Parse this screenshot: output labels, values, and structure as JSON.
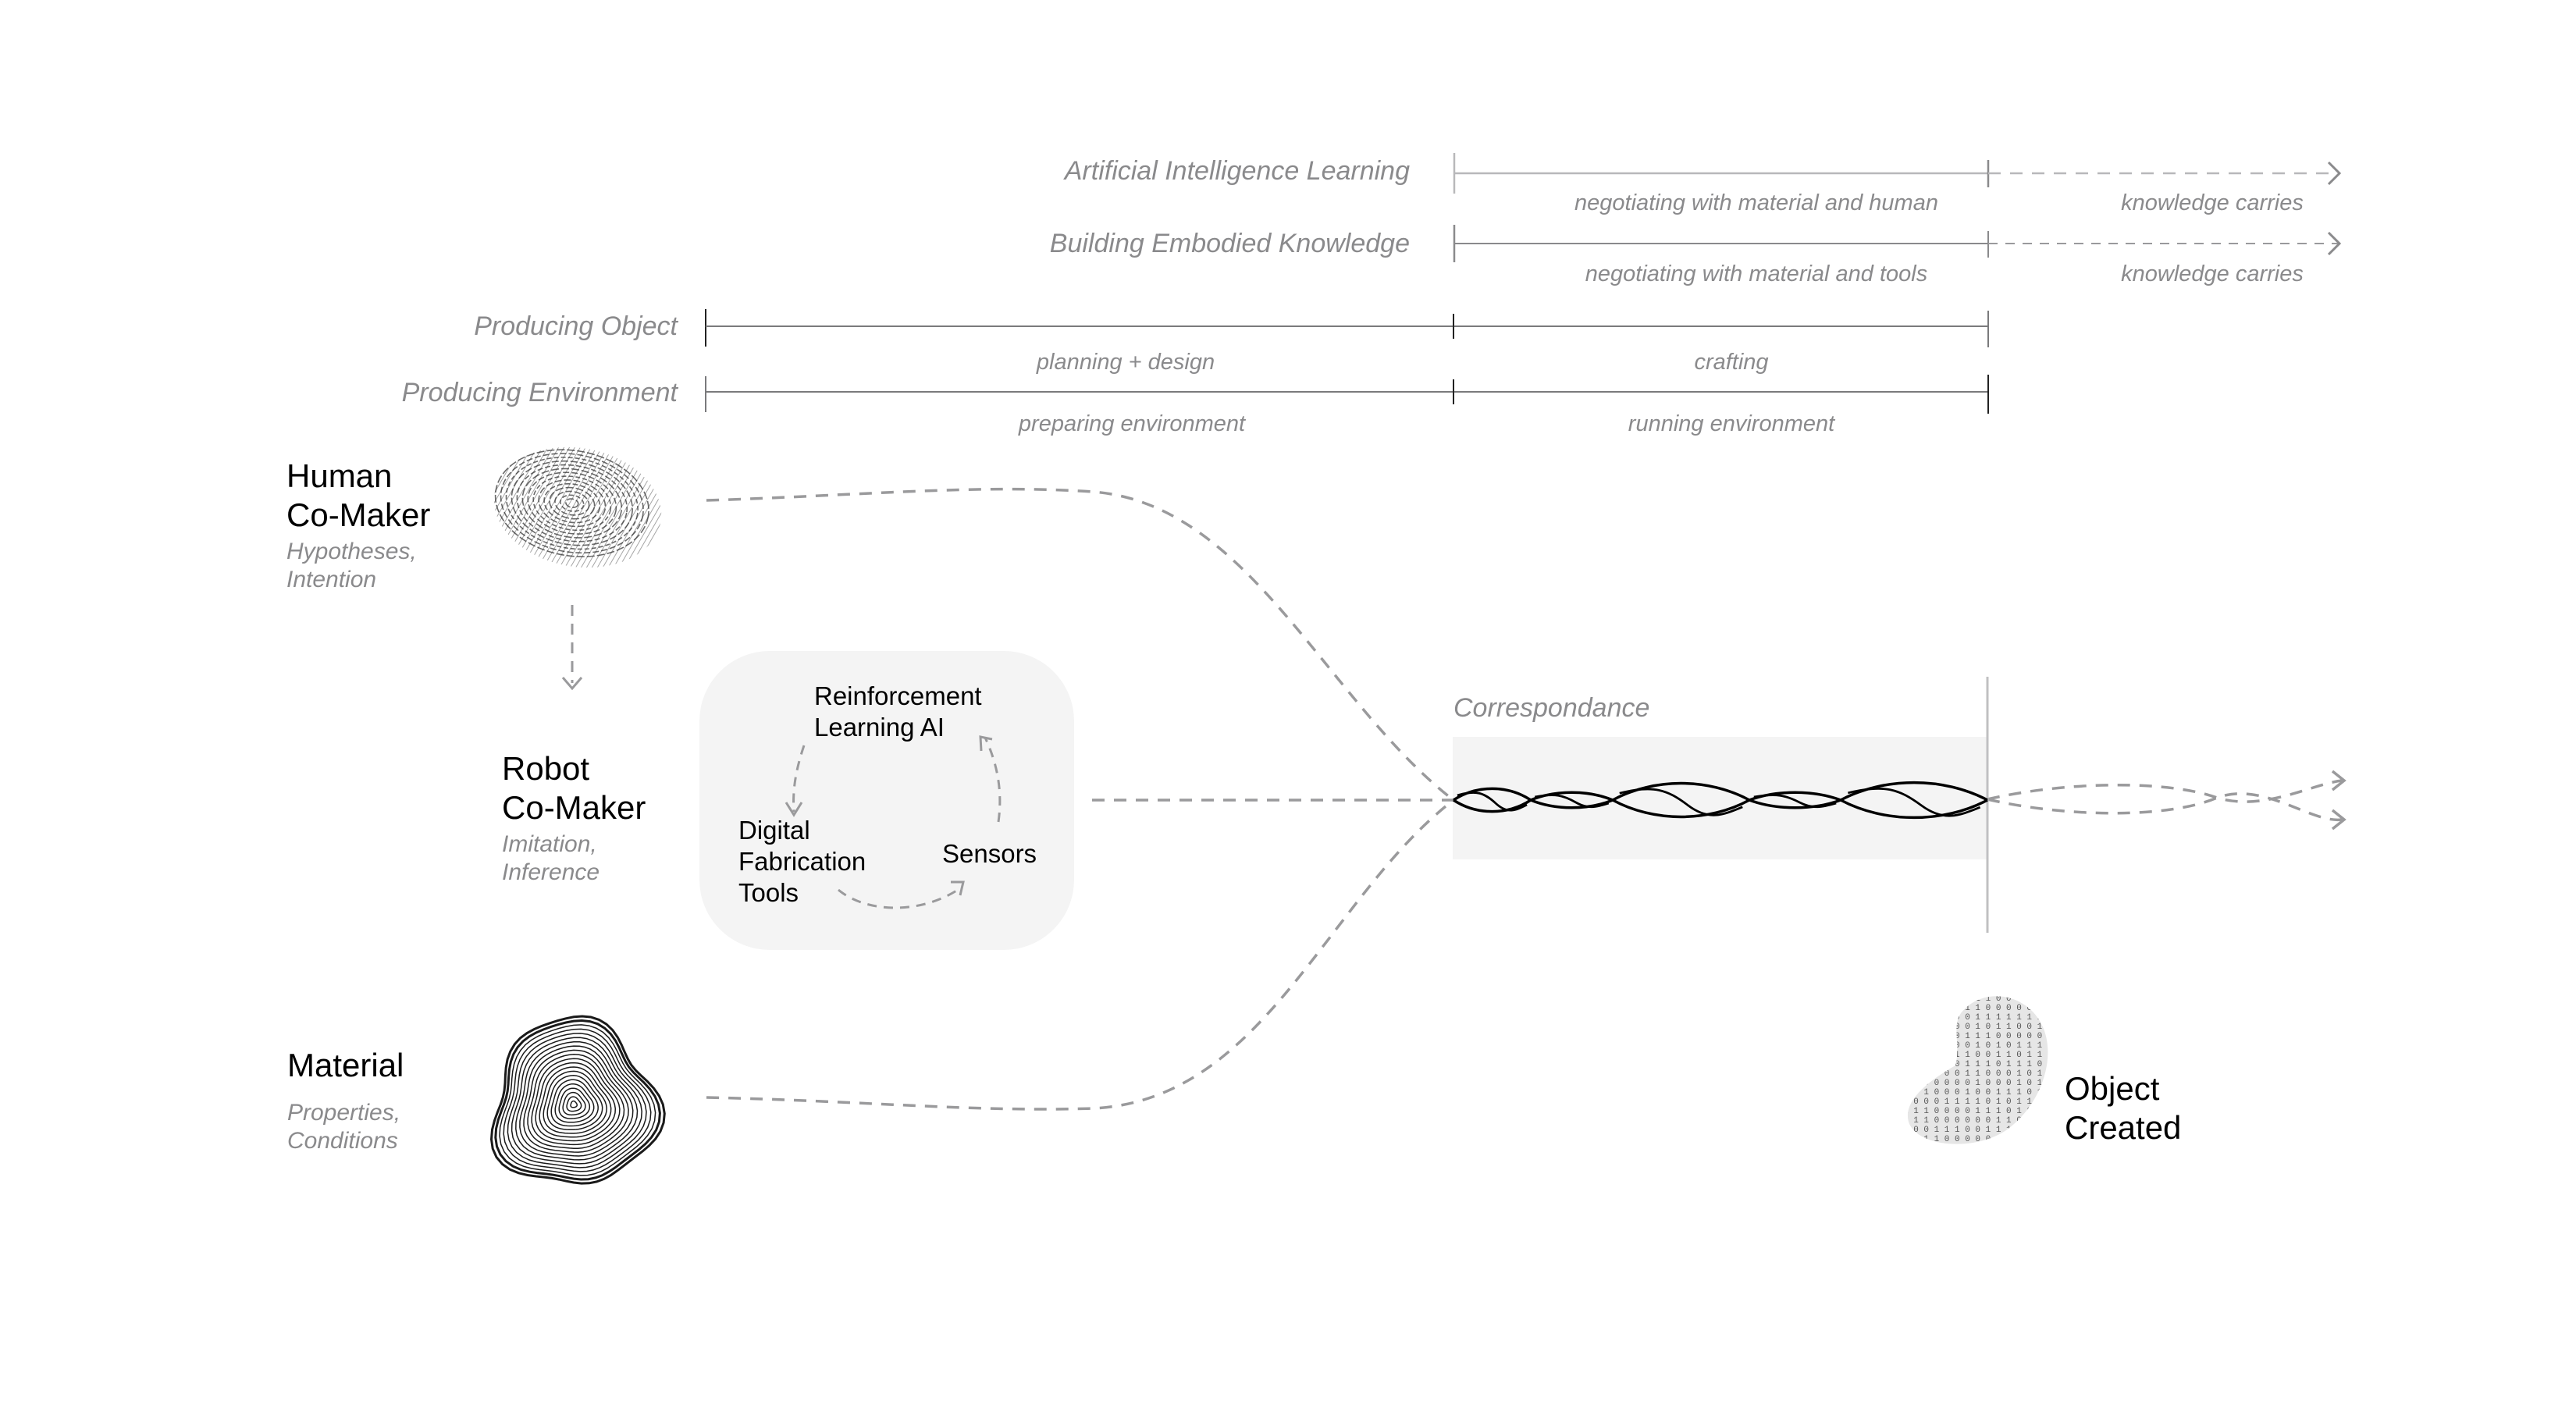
{
  "timeline": {
    "rows": [
      {
        "id": "ai",
        "label": "Artificial Intelligence Learning",
        "segments": [
          "negotiating with material and human",
          "knowledge carries"
        ]
      },
      {
        "id": "embodied",
        "label": "Building Embodied Knowledge",
        "segments": [
          "negotiating with material and tools",
          "knowledge carries"
        ]
      },
      {
        "id": "object",
        "label": "Producing Object",
        "segments": [
          "planning + design",
          "crafting"
        ]
      },
      {
        "id": "environment",
        "label": "Producing Environment",
        "segments": [
          "preparing environment",
          "running environment"
        ]
      }
    ]
  },
  "actors": {
    "human": {
      "title_1": "Human",
      "title_2": "Co-Maker",
      "sub_1": "Hypotheses,",
      "sub_2": "Intention",
      "icon": "fingerprint-icon"
    },
    "robot": {
      "title_1": "Robot",
      "title_2": "Co-Maker",
      "sub_1": "Imitation,",
      "sub_2": "Inference"
    },
    "material": {
      "title_1": "Material",
      "sub_1": "Properties,",
      "sub_2": "Conditions",
      "icon": "tree-rings-icon"
    }
  },
  "loop": {
    "rl_1": "Reinforcement",
    "rl_2": "Learning AI",
    "tools_1": "Digital",
    "tools_2": "Fabrication",
    "tools_3": "Tools",
    "sensors": "Sensors"
  },
  "correspondance": {
    "label": "Correspondance"
  },
  "output": {
    "title_1": "Object",
    "title_2": "Created",
    "icon": "binary-object-icon"
  },
  "colors": {
    "line": "#8a8a8c",
    "dash": "#9a9a9c",
    "panel": "#f4f4f4",
    "text": "#000000",
    "muted": "#8a8a8c"
  }
}
